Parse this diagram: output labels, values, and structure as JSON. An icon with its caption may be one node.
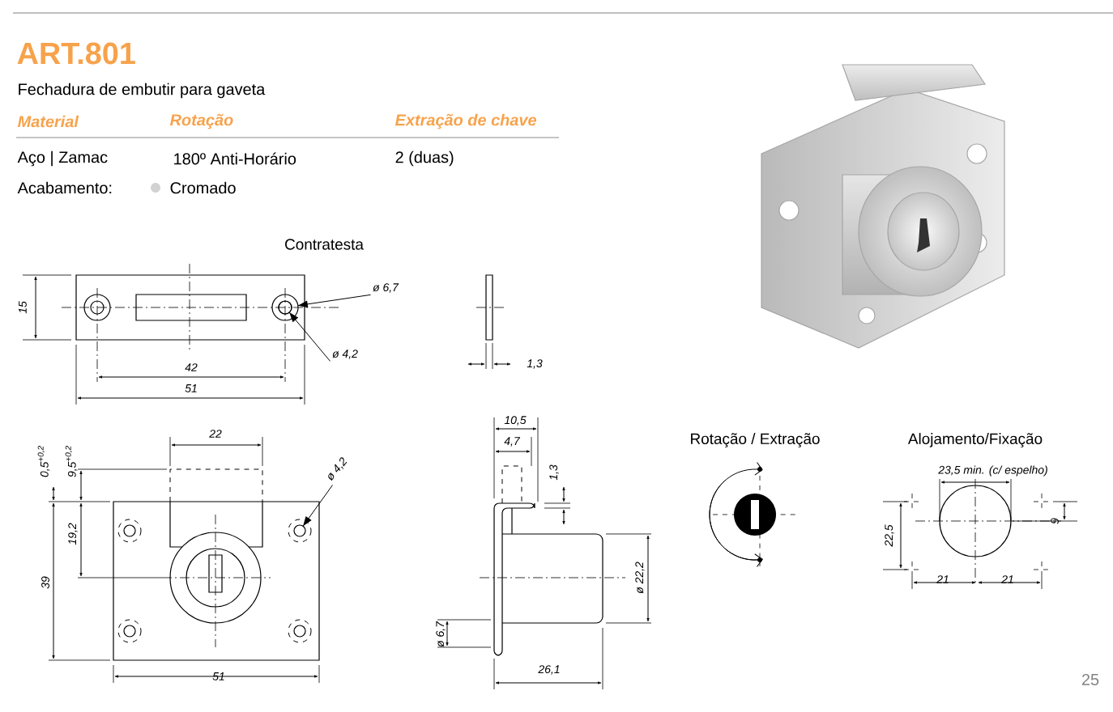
{
  "diagram": {
    "title": "ART.801",
    "nodes": [
      {
        "text": [
          "ø 6,7"
        ]
      },
      {
        "text": [
          "ø 4,2"
        ]
      },
      {
        "text": [],
        "shape": "circle"
      },
      {
        "text": [],
        "shape": "circle",
        "in": 2
      },
      {
        "text": [
          "ø 4,2"
        ]
      },
      {
        "text": [],
        "shape": "circle"
      }
    ],
    "edges": [
      {
        "from": 0,
        "to": 2,
        "arrow": "to"
      },
      {
        "from": 1,
        "to": 3,
        "arrow": "to"
      },
      {
        "from": 4,
        "to": 5,
        "arrow": "to"
      }
    ],
    "labels": [
      "Fechadura de embutir para gaveta",
      "Material",
      "Rotação",
      "Extração de chave",
      "Aço | Zamac",
      "180º Anti-Horário",
      "2 (duas)",
      "Acabamento:",
      "Cromado",
      "Contratesta",
      "15",
      "42",
      "51",
      "1,3",
      "10,5",
      "4,7",
      "22",
      "0,5$^{+0,2}$",
      "9,5$^{+0,2}$",
      "1,3",
      "Rotação / Extração",
      "Alojamento/Fixação",
      "23,5 min. (c/ espelho)",
      "19,2",
      "22,5",
      "9",
      "39",
      "ø 22,2",
      "21",
      "21",
      "ø 6,7",
      "51",
      "26,1",
      "25"
    ]
  }
}
